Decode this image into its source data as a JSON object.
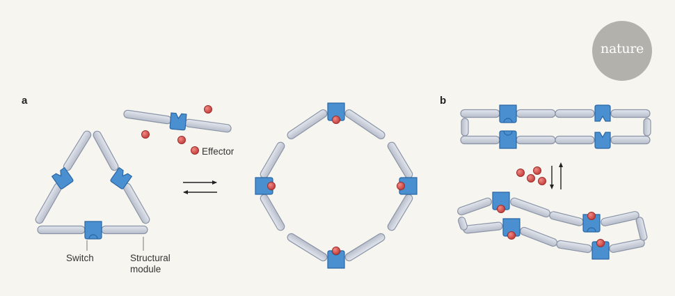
{
  "panels": {
    "a": "a",
    "b": "b"
  },
  "labels": {
    "effector": "Effector",
    "switch": "Switch",
    "structural_line1": "Structural",
    "structural_line2": "module"
  },
  "logo": {
    "text": "nature"
  },
  "colors": {
    "background": "#f6f5ef",
    "module_fill": "#c9ced9",
    "module_stroke": "#8a94a6",
    "switch_fill": "#4a8fd0",
    "switch_stroke": "#2a66a3",
    "effector_fill": "#d9534f",
    "effector_stroke": "#9e2f2c",
    "logo": "#b3b1ab"
  }
}
